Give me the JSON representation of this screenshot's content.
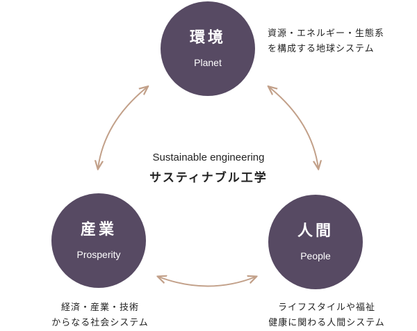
{
  "colors": {
    "node": "#574a63",
    "arrow": "#c2a089"
  },
  "center": {
    "en": "Sustainable engineering",
    "jp": "サスティナブル工学"
  },
  "nodes": {
    "planet": {
      "jp": "環境",
      "en": "Planet",
      "desc": [
        "資源・エネルギー・生態系",
        "を構成する地球システム"
      ]
    },
    "prosperity": {
      "jp": "産業",
      "en": "Prosperity",
      "desc": [
        "経済・産業・技術",
        "からなる社会システム"
      ]
    },
    "people": {
      "jp": "人間",
      "en": "People",
      "desc": [
        "ライフスタイルや福祉",
        "健康に関わる人間システム"
      ]
    }
  }
}
